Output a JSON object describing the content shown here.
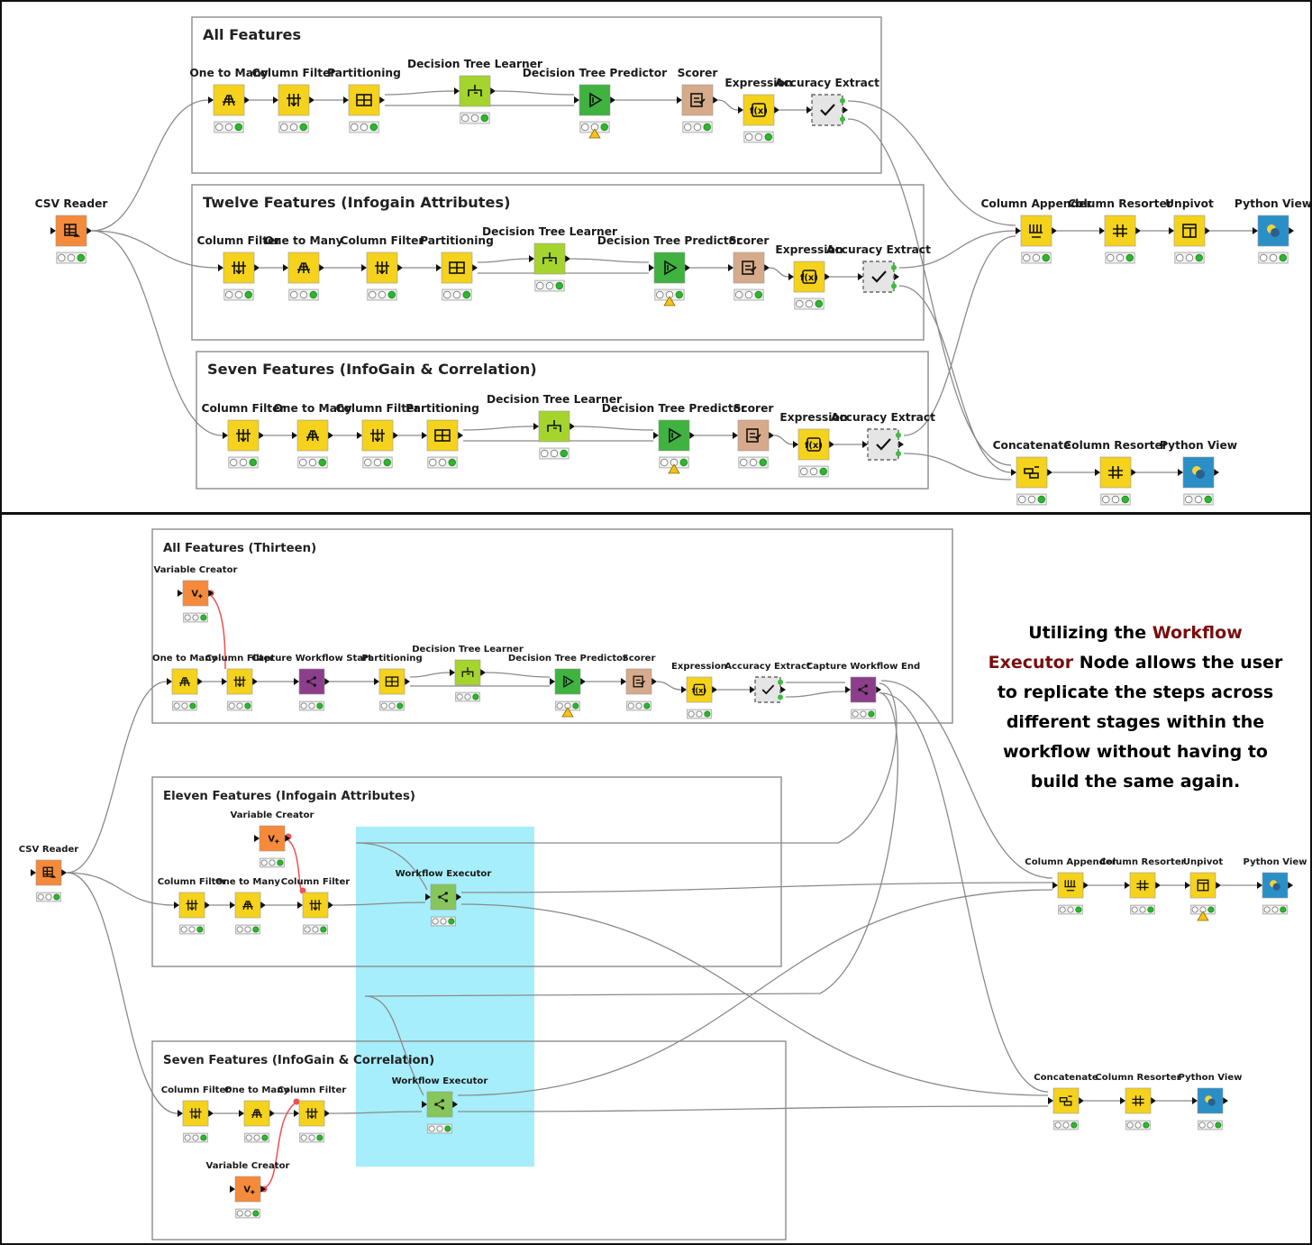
{
  "colors": {
    "manipulator": "#f5d21c",
    "learner": "#a6d42f",
    "predictor": "#3fb23f",
    "reader": "#f58a3a",
    "other": "#d6aa8a",
    "view": "#2a8fc6",
    "flowctrl": "#8c3e8a",
    "exec": "#86c65a",
    "highlight": "#a6eefb",
    "frame": "#111111"
  },
  "top": {
    "groups": [
      {
        "id": "g1",
        "title": "All Features"
      },
      {
        "id": "g2",
        "title": "Twelve Features (Infogain Attributes)"
      },
      {
        "id": "g3",
        "title": "Seven Features (InfoGain & Correlation)"
      }
    ],
    "nodes": [
      {
        "id": "t_csv",
        "label": "CSV Reader",
        "type": "reader",
        "icon": "table-icon",
        "status": "green"
      },
      {
        "id": "t1a",
        "label": "One to Many",
        "type": "manipulator",
        "icon": "one-to-many-icon",
        "status": "green"
      },
      {
        "id": "t1b",
        "label": "Column Filter",
        "type": "manipulator",
        "icon": "column-filter-icon",
        "status": "green"
      },
      {
        "id": "t1c",
        "label": "Partitioning",
        "type": "manipulator",
        "icon": "partitioning-icon",
        "status": "green"
      },
      {
        "id": "t1d",
        "label": "Decision Tree Learner",
        "type": "learner",
        "icon": "tree-learner-icon",
        "status": "green"
      },
      {
        "id": "t1e",
        "label": "Decision Tree Predictor",
        "type": "predictor",
        "icon": "predictor-icon",
        "status": "warn"
      },
      {
        "id": "t1f",
        "label": "Scorer",
        "type": "other",
        "icon": "scorer-icon",
        "status": "green"
      },
      {
        "id": "t1g",
        "label": "Expression",
        "type": "manipulator",
        "icon": "expression-icon",
        "status": "green"
      },
      {
        "id": "t1h",
        "label": "Accuracy Extract",
        "type": "component",
        "icon": "check-icon",
        "status": "none"
      },
      {
        "id": "t2a",
        "label": "Column Filter",
        "type": "manipulator",
        "icon": "column-filter-icon",
        "status": "green"
      },
      {
        "id": "t2b",
        "label": "One to Many",
        "type": "manipulator",
        "icon": "one-to-many-icon",
        "status": "green"
      },
      {
        "id": "t2c",
        "label": "Column Filter",
        "type": "manipulator",
        "icon": "column-filter-icon",
        "status": "green"
      },
      {
        "id": "t2d",
        "label": "Partitioning",
        "type": "manipulator",
        "icon": "partitioning-icon",
        "status": "green"
      },
      {
        "id": "t2e",
        "label": "Decision Tree Learner",
        "type": "learner",
        "icon": "tree-learner-icon",
        "status": "green"
      },
      {
        "id": "t2f",
        "label": "Decision Tree Predictor",
        "type": "predictor",
        "icon": "predictor-icon",
        "status": "warn"
      },
      {
        "id": "t2g",
        "label": "Scorer",
        "type": "other",
        "icon": "scorer-icon",
        "status": "green"
      },
      {
        "id": "t2h",
        "label": "Expression",
        "type": "manipulator",
        "icon": "expression-icon",
        "status": "green"
      },
      {
        "id": "t2i",
        "label": "Accuracy Extract",
        "type": "component",
        "icon": "check-icon",
        "status": "none"
      },
      {
        "id": "t3a",
        "label": "Column Filter",
        "type": "manipulator",
        "icon": "column-filter-icon",
        "status": "green"
      },
      {
        "id": "t3b",
        "label": "One to Many",
        "type": "manipulator",
        "icon": "one-to-many-icon",
        "status": "green"
      },
      {
        "id": "t3c",
        "label": "Column Filter",
        "type": "manipulator",
        "icon": "column-filter-icon",
        "status": "green"
      },
      {
        "id": "t3d",
        "label": "Partitioning",
        "type": "manipulator",
        "icon": "partitioning-icon",
        "status": "green"
      },
      {
        "id": "t3e",
        "label": "Decision Tree Learner",
        "type": "learner",
        "icon": "tree-learner-icon",
        "status": "green"
      },
      {
        "id": "t3f",
        "label": "Decision Tree Predictor",
        "type": "predictor",
        "icon": "predictor-icon",
        "status": "warn"
      },
      {
        "id": "t3g",
        "label": "Scorer",
        "type": "other",
        "icon": "scorer-icon",
        "status": "green"
      },
      {
        "id": "t3h",
        "label": "Expression",
        "type": "manipulator",
        "icon": "expression-icon",
        "status": "green"
      },
      {
        "id": "t3i",
        "label": "Accuracy Extract",
        "type": "component",
        "icon": "check-icon",
        "status": "none"
      },
      {
        "id": "t_ca",
        "label": "Column Appender",
        "type": "manipulator",
        "icon": "column-appender-icon",
        "status": "green"
      },
      {
        "id": "t_cr1",
        "label": "Column Resorter",
        "type": "manipulator",
        "icon": "column-resorter-icon",
        "status": "green"
      },
      {
        "id": "t_unp",
        "label": "Unpivot",
        "type": "manipulator",
        "icon": "unpivot-icon",
        "status": "green"
      },
      {
        "id": "t_pv1",
        "label": "Python View",
        "type": "view",
        "icon": "python-icon",
        "status": "green"
      },
      {
        "id": "t_cat",
        "label": "Concatenate",
        "type": "manipulator",
        "icon": "concatenate-icon",
        "status": "green"
      },
      {
        "id": "t_cr2",
        "label": "Column Resorter",
        "type": "manipulator",
        "icon": "column-resorter-icon",
        "status": "green"
      },
      {
        "id": "t_pv2",
        "label": "Python View",
        "type": "view",
        "icon": "python-icon",
        "status": "green"
      }
    ]
  },
  "bottom": {
    "groups": [
      {
        "id": "b1",
        "title": "All Features (Thirteen)"
      },
      {
        "id": "b2",
        "title": "Eleven Features (Infogain Attributes)"
      },
      {
        "id": "b3",
        "title": "Seven Features (InfoGain & Correlation)"
      }
    ],
    "nodes": [
      {
        "id": "b_csv",
        "label": "CSV Reader",
        "type": "reader",
        "icon": "table-icon",
        "status": "green"
      },
      {
        "id": "b1v",
        "label": "Variable Creator",
        "type": "reader",
        "icon": "variable-creator-icon",
        "status": "green"
      },
      {
        "id": "b1a",
        "label": "One to Many",
        "type": "manipulator",
        "icon": "one-to-many-icon",
        "status": "green"
      },
      {
        "id": "b1b",
        "label": "Column Filter",
        "type": "manipulator",
        "icon": "column-filter-icon",
        "status": "green"
      },
      {
        "id": "b1c",
        "label": "Capture Workflow Start",
        "type": "flowctrl",
        "icon": "capture-start-icon",
        "status": "green"
      },
      {
        "id": "b1d",
        "label": "Partitioning",
        "type": "manipulator",
        "icon": "partitioning-icon",
        "status": "green"
      },
      {
        "id": "b1e",
        "label": "Decision Tree Learner",
        "type": "learner",
        "icon": "tree-learner-icon",
        "status": "green"
      },
      {
        "id": "b1f",
        "label": "Decision Tree Predictor",
        "type": "predictor",
        "icon": "predictor-icon",
        "status": "warn"
      },
      {
        "id": "b1g",
        "label": "Scorer",
        "type": "other",
        "icon": "scorer-icon",
        "status": "green"
      },
      {
        "id": "b1h",
        "label": "Expression",
        "type": "manipulator",
        "icon": "expression-icon",
        "status": "green"
      },
      {
        "id": "b1i",
        "label": "Accuracy Extract",
        "type": "component",
        "icon": "check-icon",
        "status": "none"
      },
      {
        "id": "b1j",
        "label": "Capture Workflow End",
        "type": "flowctrl",
        "icon": "capture-end-icon",
        "status": "green"
      },
      {
        "id": "b2v",
        "label": "Variable Creator",
        "type": "reader",
        "icon": "variable-creator-icon",
        "status": "green"
      },
      {
        "id": "b2a",
        "label": "Column Filter",
        "type": "manipulator",
        "icon": "column-filter-icon",
        "status": "green"
      },
      {
        "id": "b2b",
        "label": "One to Many",
        "type": "manipulator",
        "icon": "one-to-many-icon",
        "status": "green"
      },
      {
        "id": "b2c",
        "label": "Column Filter",
        "type": "manipulator",
        "icon": "column-filter-icon",
        "status": "green"
      },
      {
        "id": "b2x",
        "label": "Workflow Executor",
        "type": "exec",
        "icon": "workflow-executor-icon",
        "status": "green"
      },
      {
        "id": "b3a",
        "label": "Column Filter",
        "type": "manipulator",
        "icon": "column-filter-icon",
        "status": "green"
      },
      {
        "id": "b3b",
        "label": "One to Many",
        "type": "manipulator",
        "icon": "one-to-many-icon",
        "status": "green"
      },
      {
        "id": "b3c",
        "label": "Column Filter",
        "type": "manipulator",
        "icon": "column-filter-icon",
        "status": "green"
      },
      {
        "id": "b3v",
        "label": "Variable Creator",
        "type": "reader",
        "icon": "variable-creator-icon",
        "status": "green"
      },
      {
        "id": "b3x",
        "label": "Workflow Executor",
        "type": "exec",
        "icon": "workflow-executor-icon",
        "status": "green"
      },
      {
        "id": "b_ca",
        "label": "Column Appender",
        "type": "manipulator",
        "icon": "column-appender-icon",
        "status": "green"
      },
      {
        "id": "b_cr1",
        "label": "Column Resorter",
        "type": "manipulator",
        "icon": "column-resorter-icon",
        "status": "green"
      },
      {
        "id": "b_unp",
        "label": "Unpivot",
        "type": "manipulator",
        "icon": "unpivot-icon",
        "status": "warn"
      },
      {
        "id": "b_pv1",
        "label": "Python View",
        "type": "view",
        "icon": "python-icon",
        "status": "green"
      },
      {
        "id": "b_cat",
        "label": "Concatenate",
        "type": "manipulator",
        "icon": "concatenate-icon",
        "status": "green"
      },
      {
        "id": "b_cr2",
        "label": "Column Resorter",
        "type": "manipulator",
        "icon": "column-resorter-icon",
        "status": "green"
      },
      {
        "id": "b_pv2",
        "label": "Python View",
        "type": "view",
        "icon": "python-icon",
        "status": "green"
      }
    ]
  },
  "caption": {
    "before": "Utilizing the ",
    "highlight": "Workflow Executor",
    "after": " Node allows the user to replicate the steps across different stages within the workflow without having to build the same again."
  }
}
